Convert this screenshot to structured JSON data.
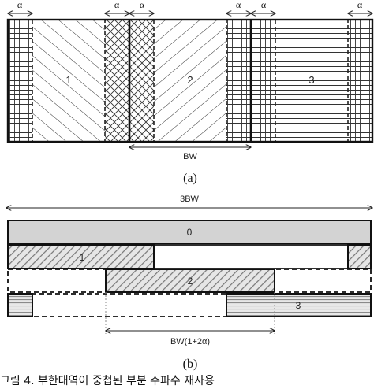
{
  "diagram_a": {
    "alpha_symbol": "α",
    "band_labels": [
      "1",
      "2",
      "3"
    ],
    "bandwidth_label": "BW",
    "caption": "(a)"
  },
  "diagram_b": {
    "total_label": "3BW",
    "row_labels": [
      "0",
      "1",
      "2",
      "3"
    ],
    "overlap_label": "BW(1+2α)",
    "caption": "(b)"
  },
  "figure_caption": "그림 4. 부한대역이 중첩된 부분 주파수 재사용"
}
